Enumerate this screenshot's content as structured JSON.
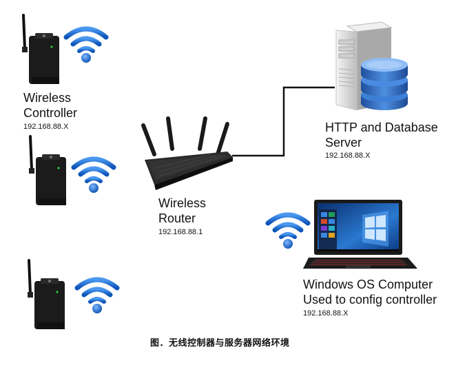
{
  "diagram": {
    "controllers": [
      {
        "name_line1": "Wireless",
        "name_line2": "Controller",
        "ip": "192.168.88.X"
      },
      {
        "name_line1": "",
        "name_line2": "",
        "ip": ""
      },
      {
        "name_line1": "",
        "name_line2": "",
        "ip": ""
      }
    ],
    "router": {
      "name_line1": "Wireless",
      "name_line2": "Router",
      "ip": "192.168.88.1"
    },
    "server": {
      "name_line1": "HTTP and Database",
      "name_line2": "Server",
      "ip": "192.168.88.X"
    },
    "computer": {
      "name_line1": "Windows OS Computer",
      "name_line2": "Used to config controller",
      "ip": "192.168.88.X"
    },
    "caption": "图．无线控制器与服务器网络环境"
  },
  "colors": {
    "wifi": "#1a6fd6",
    "device_body": "#1b1b1b",
    "server_body": "#dcdcdc",
    "database": "#2f6fc7",
    "link_line": "#111111"
  },
  "icons": [
    "wifi-icon",
    "controller-device-icon",
    "router-icon",
    "server-icon",
    "database-icon",
    "laptop-icon"
  ]
}
